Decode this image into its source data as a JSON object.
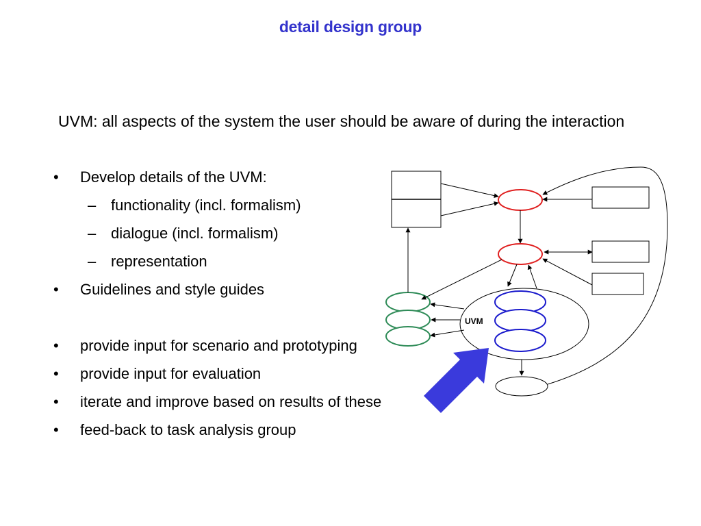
{
  "slide": {
    "title": "detail design group",
    "subtitle": "UVM: all aspects of the system the user should be aware of during the interaction"
  },
  "bullets": [
    {
      "marker": "•",
      "text": "Develop details of the UVM:",
      "level": 1
    },
    {
      "marker": "–",
      "text": "functionality (incl. formalism)",
      "level": 2
    },
    {
      "marker": "–",
      "text": "dialogue (incl. formalism)",
      "level": 2
    },
    {
      "marker": "–",
      "text": "representation",
      "level": 2
    },
    {
      "marker": "•",
      "text": "Guidelines and style guides",
      "level": 1
    },
    {
      "marker": "•",
      "text": "provide input for scenario and prototyping",
      "level": 1
    },
    {
      "marker": "•",
      "text": "provide input for evaluation",
      "level": 1
    },
    {
      "marker": "•",
      "text": "iterate and improve based on results of these",
      "level": 1
    },
    {
      "marker": "•",
      "text": "feed-back to task analysis group",
      "level": 1
    }
  ],
  "diagram": {
    "uvm_label": "UVM",
    "colors": {
      "title": "#3333cc",
      "red": "#e02020",
      "green": "#2e8b57",
      "blue": "#1a1acc",
      "arrow": "#3a3adc",
      "line": "#000000"
    }
  }
}
